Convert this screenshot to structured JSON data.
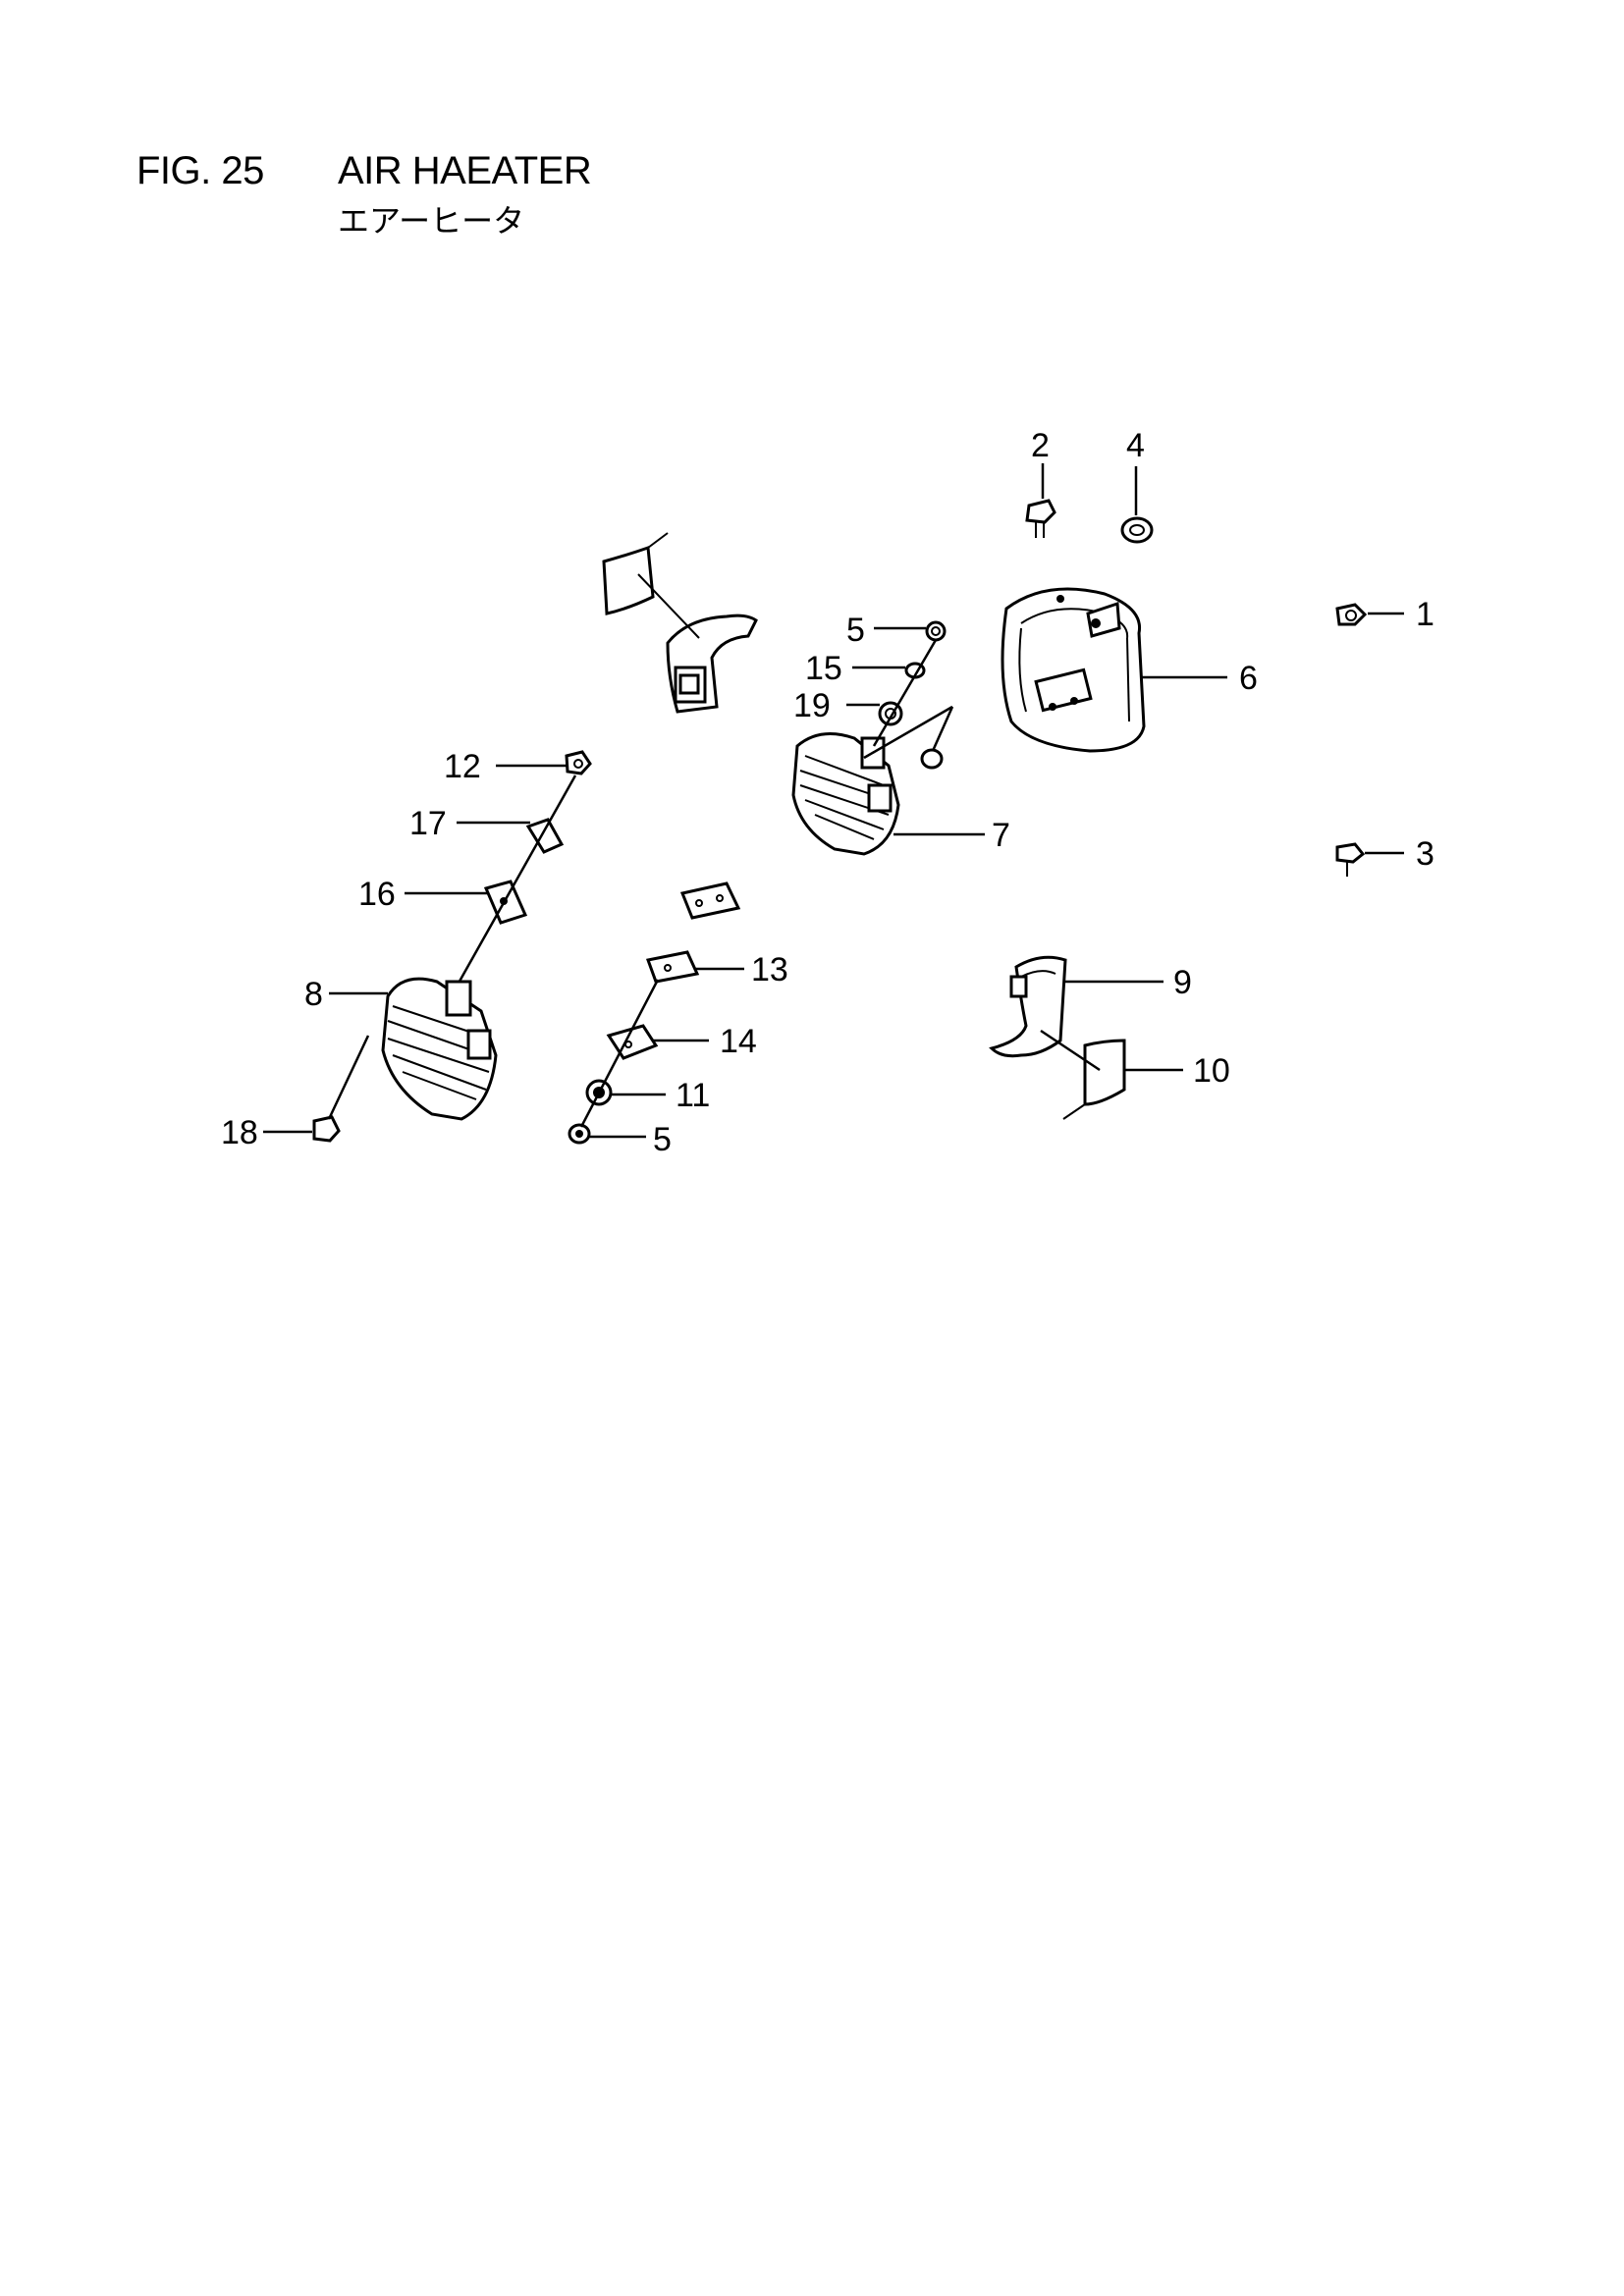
{
  "figure": {
    "number": "FIG. 25",
    "title": "AIR HAEATER",
    "subtitle": "エアーヒータ"
  },
  "callouts": [
    {
      "id": "1",
      "label": "1"
    },
    {
      "id": "2",
      "label": "2"
    },
    {
      "id": "3",
      "label": "3"
    },
    {
      "id": "4",
      "label": "4"
    },
    {
      "id": "5a",
      "label": "5"
    },
    {
      "id": "5b",
      "label": "5"
    },
    {
      "id": "6",
      "label": "6"
    },
    {
      "id": "7",
      "label": "7"
    },
    {
      "id": "8",
      "label": "8"
    },
    {
      "id": "9",
      "label": "9"
    },
    {
      "id": "10",
      "label": "10"
    },
    {
      "id": "11",
      "label": "11"
    },
    {
      "id": "12",
      "label": "12"
    },
    {
      "id": "13",
      "label": "13"
    },
    {
      "id": "14",
      "label": "14"
    },
    {
      "id": "15",
      "label": "15"
    },
    {
      "id": "16",
      "label": "16"
    },
    {
      "id": "17",
      "label": "17"
    },
    {
      "id": "18",
      "label": "18"
    },
    {
      "id": "19",
      "label": "19"
    }
  ]
}
